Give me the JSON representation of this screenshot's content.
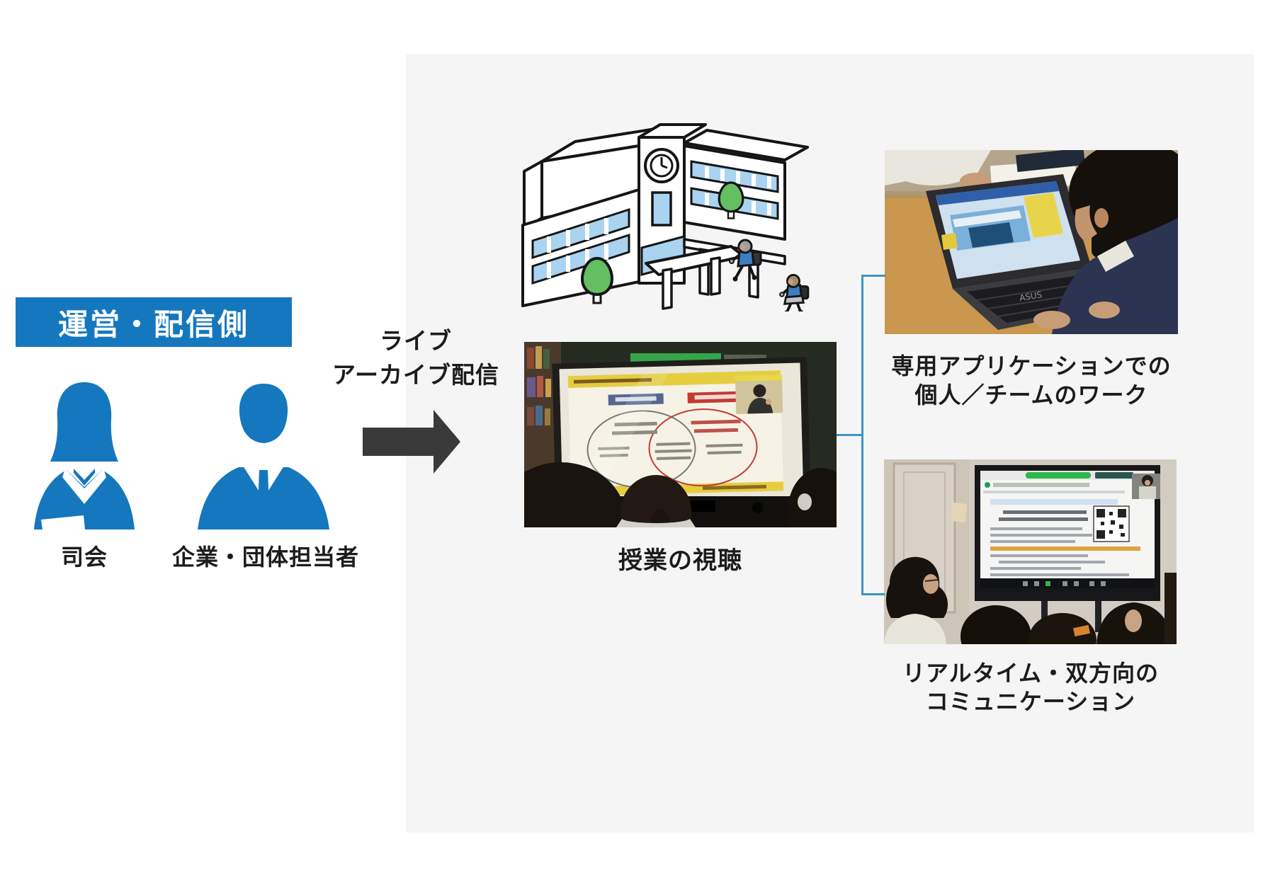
{
  "diagram": {
    "left": {
      "banner": "運営・配信側",
      "roles": [
        {
          "label": "司会"
        },
        {
          "label": "企業・団体担当者"
        }
      ]
    },
    "arrow": {
      "label_line1": "ライブ",
      "label_line2": "アーカイブ配信"
    },
    "right": {
      "viewing_caption": "授業の視聴",
      "team_caption_line1": "専用アプリケーションでの",
      "team_caption_line2": "個人／チームのワーク",
      "comm_caption_line1": "リアルタイム・双方向の",
      "comm_caption_line2": "コミュニケーション",
      "laptop_brand": "ASUS"
    },
    "colors": {
      "accent_blue": "#1577be",
      "arrow_gray": "#3a3a3a",
      "connector_blue": "#3c95c5",
      "panel_gray": "#f5f5f6"
    }
  }
}
